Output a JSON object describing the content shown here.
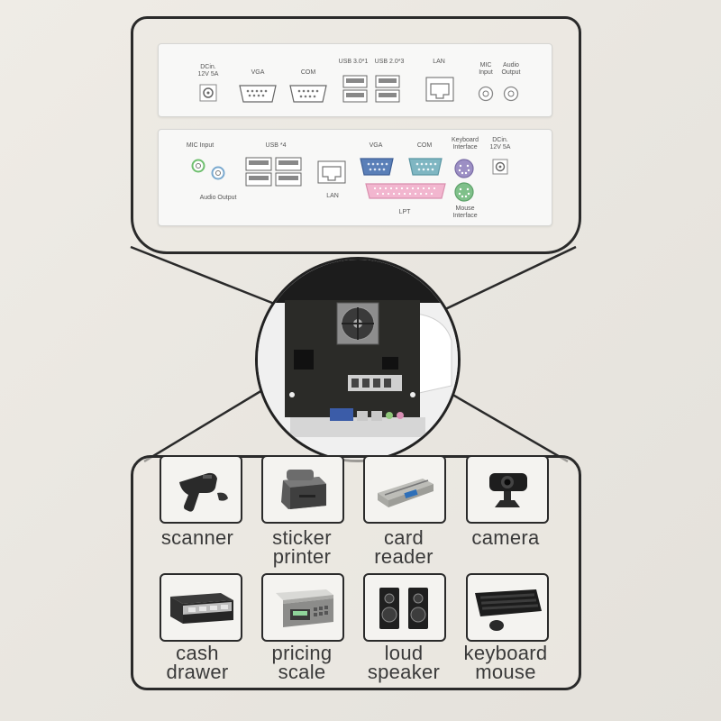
{
  "panel_top": {
    "dc_in": "DCin.\n12V 5A",
    "vga": "VGA",
    "com": "COM",
    "usb30": "USB 3.0*1",
    "usb20": "USB 2.0*3",
    "lan": "LAN",
    "mic": "MIC\nInput",
    "audio_out": "Audio\nOutput"
  },
  "panel_bottom": {
    "mic": "MIC Input",
    "audio_out": "Audio Output",
    "usb": "USB *4",
    "lan": "LAN",
    "vga": "VGA",
    "com": "COM",
    "lpt": "LPT",
    "keyboard": "Keyboard\nInterface",
    "mouse": "Mouse\nInterface",
    "dc_in": "DCin.\n12V 5A"
  },
  "colors": {
    "frame": "#2a2a2a",
    "vga_blue": "#5a7fb8",
    "com_teal": "#7fb6c2",
    "lpt_pink": "#f2b6cf",
    "keyboard_purple": "#9c8fc4",
    "mouse_green": "#7fc08a",
    "mic_green": "#6fbf6f",
    "audio_blue": "#7aa9cf"
  },
  "peripherals": [
    {
      "id": "scanner",
      "label": "scanner",
      "icon": "barcode-scanner-icon"
    },
    {
      "id": "sticker-printer",
      "label": "sticker\nprinter",
      "icon": "label-printer-icon"
    },
    {
      "id": "card-reader",
      "label": "card\nreader",
      "icon": "card-reader-icon"
    },
    {
      "id": "camera",
      "label": "camera",
      "icon": "webcam-icon"
    },
    {
      "id": "cash-drawer",
      "label": "cash\ndrawer",
      "icon": "cash-drawer-icon"
    },
    {
      "id": "pricing-scale",
      "label": "pricing\nscale",
      "icon": "scale-icon"
    },
    {
      "id": "loud-speaker",
      "label": "loud\nspeaker",
      "icon": "speaker-icon"
    },
    {
      "id": "keyboard-mouse",
      "label": "keyboard\nmouse",
      "icon": "keyboard-icon"
    }
  ]
}
